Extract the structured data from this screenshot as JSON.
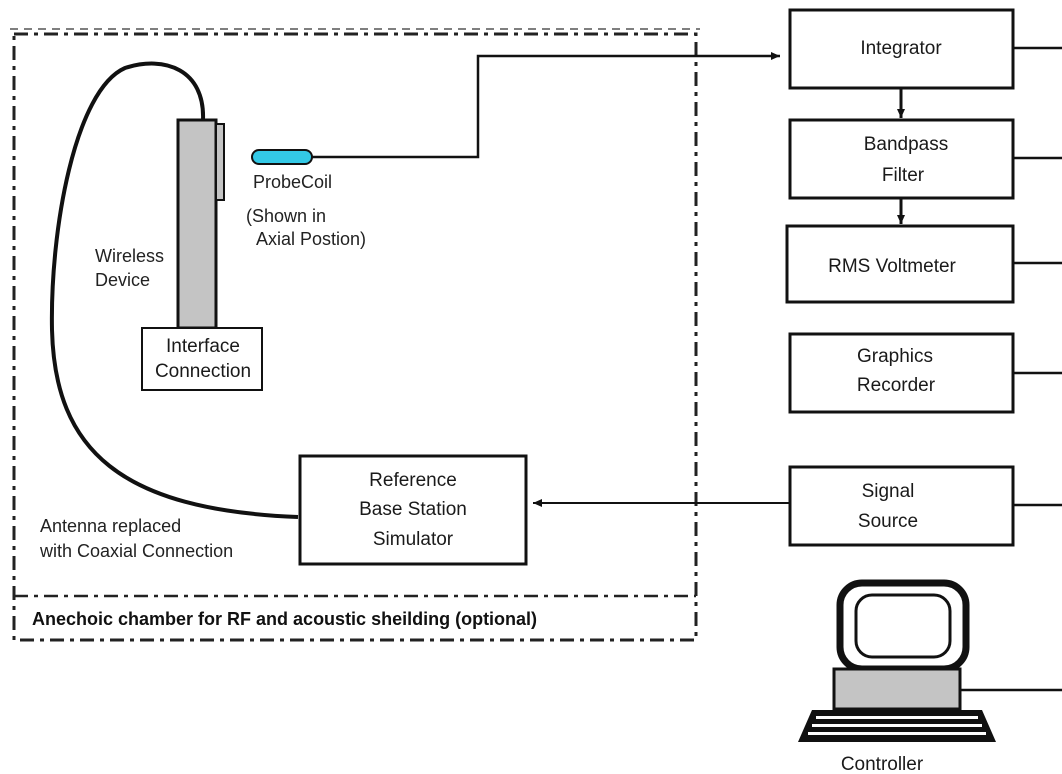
{
  "chamber": {
    "caption": "Anechoic chamber for RF and acoustic sheilding (optional)"
  },
  "wireless_device": {
    "label_line1": "Wireless",
    "label_line2": "Device"
  },
  "interface": {
    "line1": "Interface",
    "line2": "Connection"
  },
  "probe": {
    "label": "ProbeCoil",
    "note_line1": "(Shown in",
    "note_line2": "Axial Postion)"
  },
  "antenna_note": {
    "line1": "Antenna replaced",
    "line2": "with Coaxial Connection"
  },
  "simulator": {
    "line1": "Reference",
    "line2": "Base Station",
    "line3": "Simulator"
  },
  "instruments": {
    "integrator": "Integrator",
    "bandpass_line1": "Bandpass",
    "bandpass_line2": "Filter",
    "rms": "RMS Voltmeter",
    "graphics_line1": "Graphics",
    "graphics_line2": "Recorder",
    "signal_line1": "Signal",
    "signal_line2": "Source"
  },
  "controller": {
    "label": "Controller"
  },
  "colors": {
    "probe_fill": "#33c9e6",
    "device_fill": "#c4c4c4",
    "line": "#111111"
  }
}
